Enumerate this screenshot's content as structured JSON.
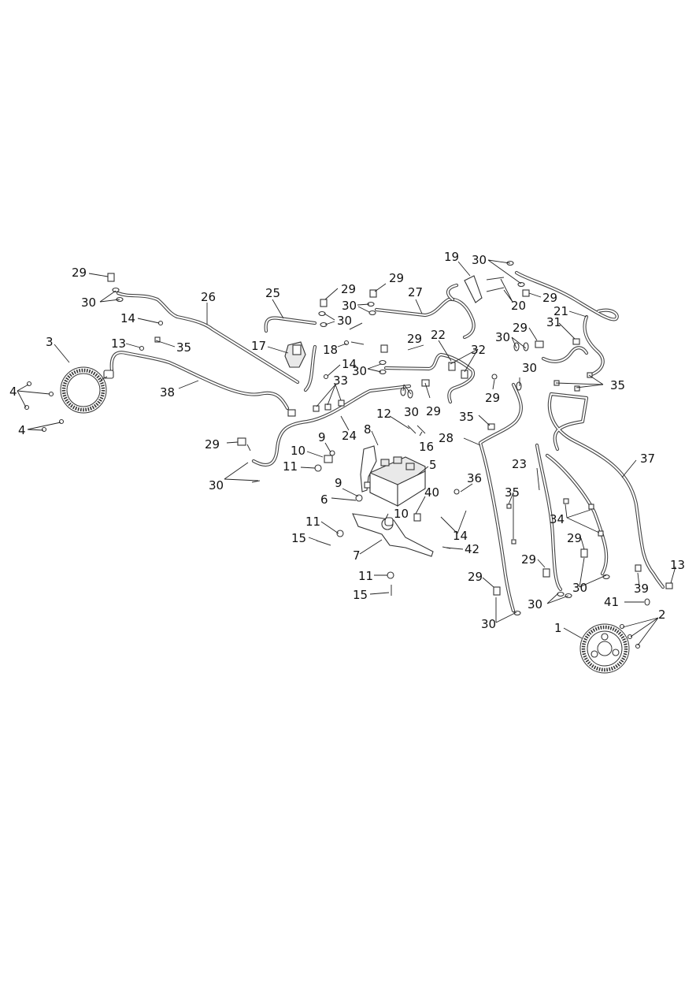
{
  "diagram": {
    "callouts": [
      {
        "id": "c29a",
        "text": "29"
      },
      {
        "id": "c30a",
        "text": "30"
      },
      {
        "id": "c26",
        "text": "26"
      },
      {
        "id": "c14a",
        "text": "14"
      },
      {
        "id": "c13a",
        "text": "13"
      },
      {
        "id": "c35a",
        "text": "35"
      },
      {
        "id": "c3",
        "text": "3"
      },
      {
        "id": "c4a",
        "text": "4"
      },
      {
        "id": "c4b",
        "text": "4"
      },
      {
        "id": "c38",
        "text": "38"
      },
      {
        "id": "c25",
        "text": "25"
      },
      {
        "id": "c29b",
        "text": "29"
      },
      {
        "id": "c30b",
        "text": "30"
      },
      {
        "id": "c30c",
        "text": "30"
      },
      {
        "id": "c17",
        "text": "17"
      },
      {
        "id": "c18",
        "text": "18"
      },
      {
        "id": "c14b",
        "text": "14"
      },
      {
        "id": "c33",
        "text": "33"
      },
      {
        "id": "c24",
        "text": "24"
      },
      {
        "id": "c29c",
        "text": "29"
      },
      {
        "id": "c27",
        "text": "27"
      },
      {
        "id": "c19",
        "text": "19"
      },
      {
        "id": "c30d",
        "text": "30"
      },
      {
        "id": "c20",
        "text": "20"
      },
      {
        "id": "c29d",
        "text": "29"
      },
      {
        "id": "c21",
        "text": "21"
      },
      {
        "id": "c31",
        "text": "31"
      },
      {
        "id": "c29e",
        "text": "29"
      },
      {
        "id": "c30e",
        "text": "30"
      },
      {
        "id": "c30f",
        "text": "30"
      },
      {
        "id": "c35b",
        "text": "35"
      },
      {
        "id": "c22",
        "text": "22"
      },
      {
        "id": "c32",
        "text": "32"
      },
      {
        "id": "c29f",
        "text": "29"
      },
      {
        "id": "c30g",
        "text": "30"
      },
      {
        "id": "c30h",
        "text": "30"
      },
      {
        "id": "c29g",
        "text": "29"
      },
      {
        "id": "c29h",
        "text": "29"
      },
      {
        "id": "c12",
        "text": "12"
      },
      {
        "id": "c16",
        "text": "16"
      },
      {
        "id": "c35c",
        "text": "35"
      },
      {
        "id": "c28",
        "text": "28"
      },
      {
        "id": "c37",
        "text": "37"
      },
      {
        "id": "c29i",
        "text": "29"
      },
      {
        "id": "c30i",
        "text": "30"
      },
      {
        "id": "c9a",
        "text": "9"
      },
      {
        "id": "c10a",
        "text": "10"
      },
      {
        "id": "c11a",
        "text": "11"
      },
      {
        "id": "c8",
        "text": "8"
      },
      {
        "id": "c5",
        "text": "5"
      },
      {
        "id": "c36",
        "text": "36"
      },
      {
        "id": "c23",
        "text": "23"
      },
      {
        "id": "c9b",
        "text": "9"
      },
      {
        "id": "c6",
        "text": "6"
      },
      {
        "id": "c40",
        "text": "40"
      },
      {
        "id": "c10b",
        "text": "10"
      },
      {
        "id": "c35d",
        "text": "35"
      },
      {
        "id": "c34",
        "text": "34"
      },
      {
        "id": "c11b",
        "text": "11"
      },
      {
        "id": "c15a",
        "text": "15"
      },
      {
        "id": "c7",
        "text": "7"
      },
      {
        "id": "c14c",
        "text": "14"
      },
      {
        "id": "c42",
        "text": "42"
      },
      {
        "id": "c29j",
        "text": "29"
      },
      {
        "id": "c29k",
        "text": "29"
      },
      {
        "id": "c13b",
        "text": "13"
      },
      {
        "id": "c11c",
        "text": "11"
      },
      {
        "id": "c29l",
        "text": "29"
      },
      {
        "id": "c30j",
        "text": "30"
      },
      {
        "id": "c30k",
        "text": "30"
      },
      {
        "id": "c39",
        "text": "39"
      },
      {
        "id": "c15b",
        "text": "15"
      },
      {
        "id": "c41",
        "text": "41"
      },
      {
        "id": "c2",
        "text": "2"
      },
      {
        "id": "c30l",
        "text": "30"
      },
      {
        "id": "c1",
        "text": "1"
      }
    ]
  }
}
